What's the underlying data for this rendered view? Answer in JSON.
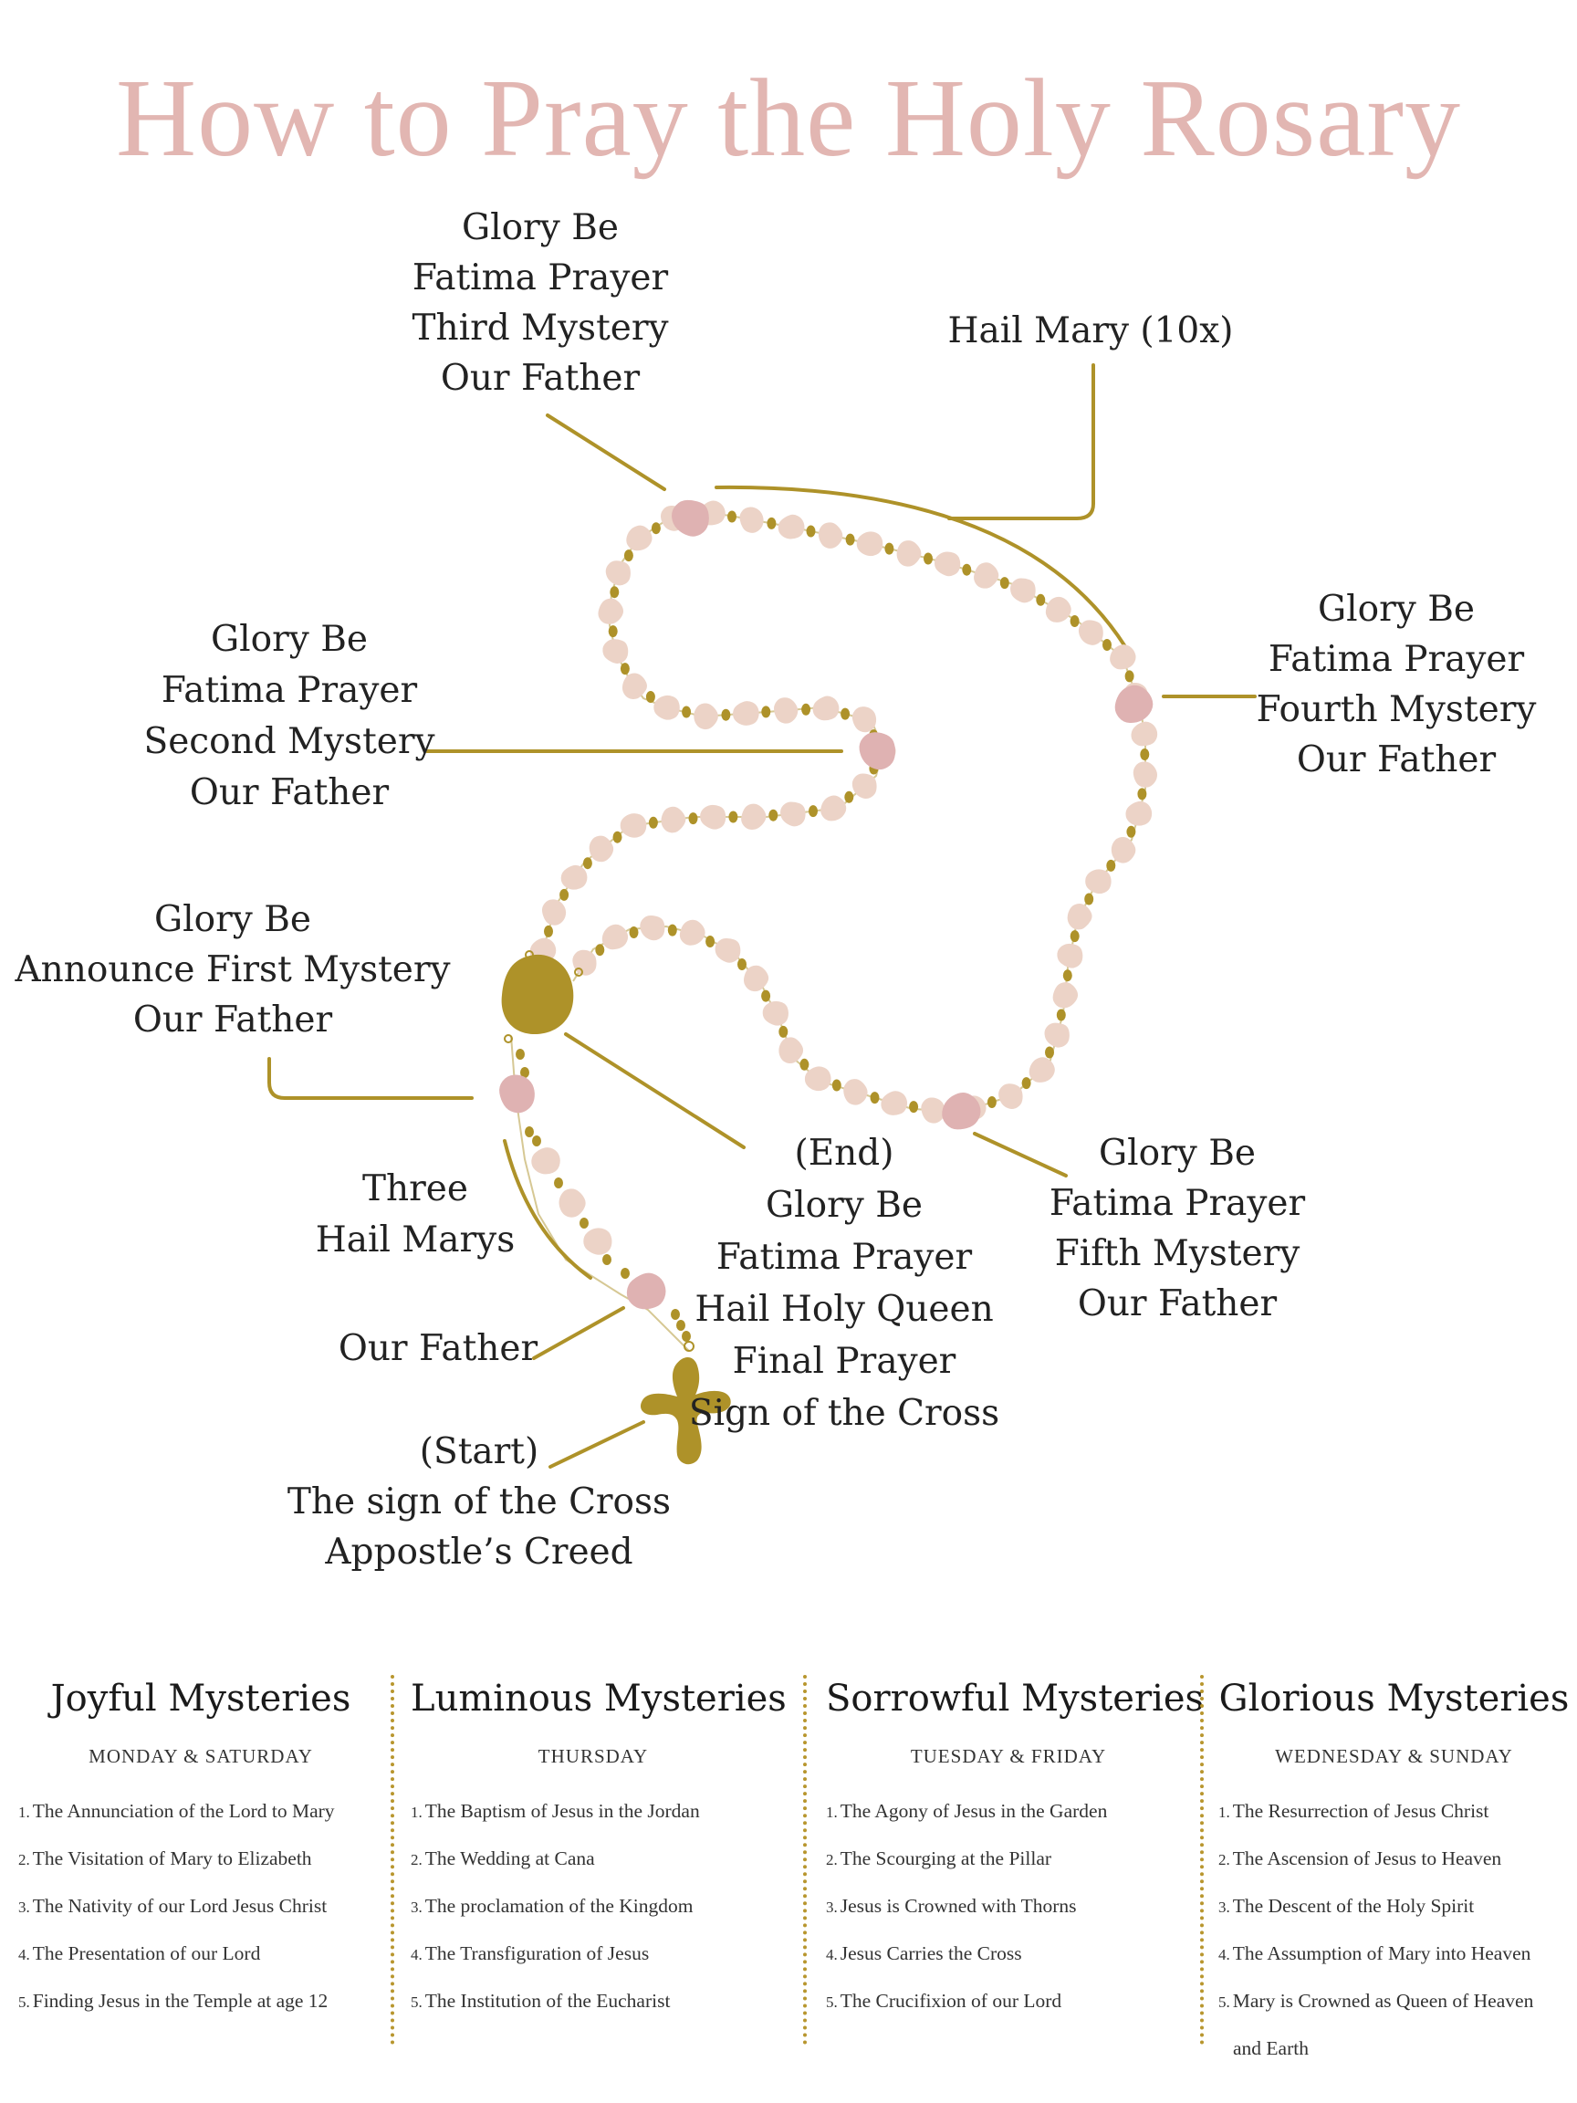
{
  "title": "How to Pray the Holy Rosary",
  "colors": {
    "gold": "#ae9229",
    "pale_bead": "#ecd3c7",
    "pink_bead": "#dfb2b2",
    "title": "#e2b6b2"
  },
  "labels": {
    "third_mystery": [
      "Glory Be",
      "Fatima Prayer",
      "Third Mystery",
      "Our Father"
    ],
    "hail_mary": [
      "Hail Mary (10x)"
    ],
    "fourth_mystery": [
      "Glory Be",
      "Fatima Prayer",
      "Fourth Mystery",
      "Our Father"
    ],
    "second_mystery": [
      "Glory Be",
      "Fatima Prayer",
      "Second Mystery",
      "Our Father"
    ],
    "first_mystery": [
      "Glory Be",
      "Announce First Mystery",
      "Our Father"
    ],
    "fifth_mystery": [
      "Glory Be",
      "Fatima Prayer",
      "Fifth Mystery",
      "Our Father"
    ],
    "end": [
      "(End)",
      "Glory Be",
      "Fatima Prayer",
      "Hail Holy Queen",
      "Final Prayer",
      "Sign of the Cross"
    ],
    "three_hail_marys": [
      "Three",
      "Hail Marys"
    ],
    "our_father": [
      "Our Father"
    ],
    "start": [
      "(Start)",
      "The sign of the Cross",
      "Appostle’s Creed"
    ]
  },
  "mysteries": [
    {
      "name": "Joyful Mysteries",
      "days": "MONDAY & SATURDAY",
      "items": [
        {
          "num": "1.",
          "text": "The Annunciation of the Lord to Mary"
        },
        {
          "num": "2.",
          "text": "The Visitation of Mary to Elizabeth"
        },
        {
          "num": "3.",
          "text": "The Nativity of our Lord Jesus Christ"
        },
        {
          "num": "4.",
          "text": "The Presentation of our Lord"
        },
        {
          "num": "5.",
          "text": "Finding Jesus in the Temple at age 12"
        }
      ]
    },
    {
      "name": "Luminous  Mysteries",
      "days": "THURSDAY",
      "items": [
        {
          "num": "1.",
          "text": "The Baptism of Jesus in the Jordan"
        },
        {
          "num": "2.",
          "text": "The Wedding at Cana"
        },
        {
          "num": "3.",
          "text": "The proclamation of the Kingdom"
        },
        {
          "num": "4.",
          "text": "The Transfiguration of Jesus"
        },
        {
          "num": "5.",
          "text": "The Institution of the Eucharist"
        }
      ]
    },
    {
      "name": "Sorrowful Mysteries",
      "days": "TUESDAY & FRIDAY",
      "items": [
        {
          "num": "1.",
          "text": "The Agony of Jesus in the Garden"
        },
        {
          "num": "2.",
          "text": "The Scourging at the Pillar"
        },
        {
          "num": "3.",
          "text": "Jesus is Crowned with Thorns"
        },
        {
          "num": "4.",
          "text": "Jesus Carries the Cross"
        },
        {
          "num": "5.",
          "text": "The Crucifixion of our Lord"
        }
      ]
    },
    {
      "name": "Glorious Mysteries",
      "days": "WEDNESDAY & SUNDAY",
      "items": [
        {
          "num": "1.",
          "text": "The Resurrection of Jesus Christ"
        },
        {
          "num": "2.",
          "text": "The Ascension of Jesus to Heaven"
        },
        {
          "num": "3.",
          "text": "The Descent of the Holy Spirit"
        },
        {
          "num": "4.",
          "text": "The Assumption of Mary into Heaven"
        },
        {
          "num": "5.",
          "text": "Mary is Crowned as Queen of Heaven",
          "cont": "and Earth"
        }
      ]
    }
  ]
}
